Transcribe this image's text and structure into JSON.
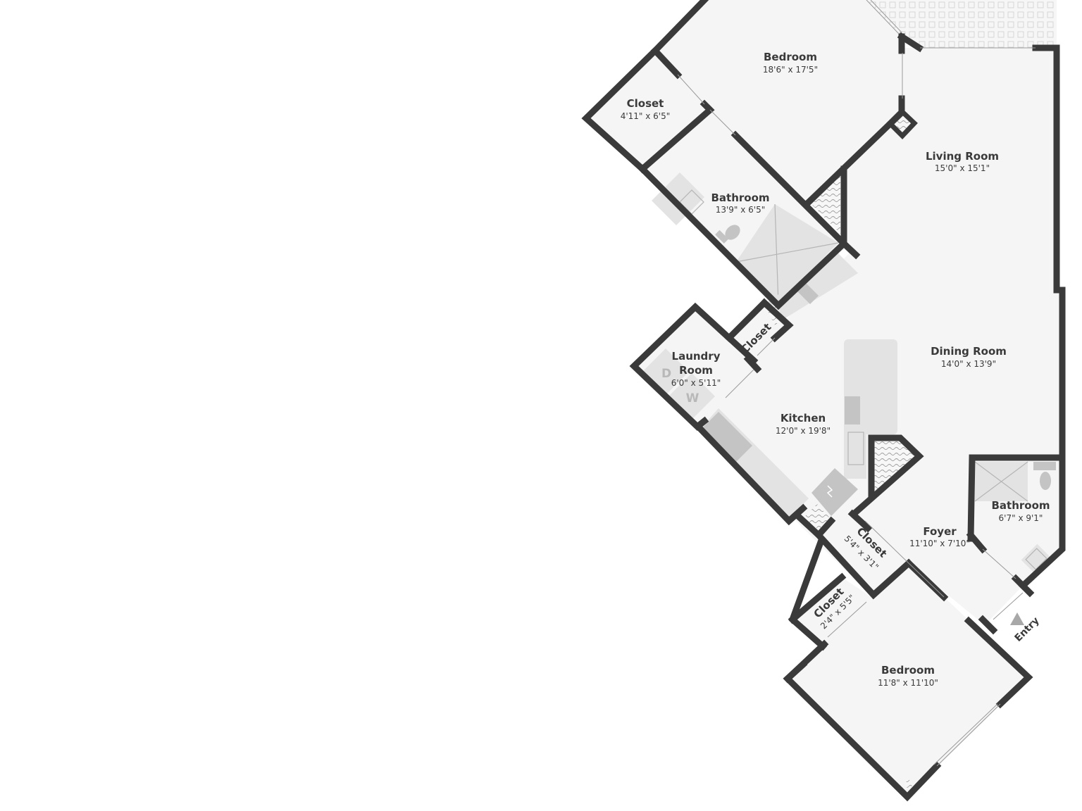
{
  "floorplan": {
    "colors": {
      "wall": "#3a3a3a",
      "floor": "#f5f5f5",
      "fixture": "#e3e3e3",
      "background": "#ffffff"
    },
    "rooms": [
      {
        "id": "bedroom_main",
        "name": "Bedroom",
        "dims": "18'6\" x 17'5\""
      },
      {
        "id": "closet_main",
        "name": "Closet",
        "dims": "4'11\" x 6'5\""
      },
      {
        "id": "bathroom_main",
        "name": "Bathroom",
        "dims": "13'9\" x 6'5\""
      },
      {
        "id": "living_room",
        "name": "Living Room",
        "dims": "15'0\" x 15'1\""
      },
      {
        "id": "closet_small",
        "name": "Closet",
        "dims": ""
      },
      {
        "id": "laundry_room",
        "name_line1": "Laundry",
        "name_line2": "Room",
        "dims": "6'0\" x 5'11\""
      },
      {
        "id": "dining_room",
        "name": "Dining Room",
        "dims": "14'0\" x 13'9\""
      },
      {
        "id": "kitchen",
        "name": "Kitchen",
        "dims": "12'0\" x 19'8\""
      },
      {
        "id": "bathroom_2",
        "name": "Bathroom",
        "dims": "6'7\" x 9'1\""
      },
      {
        "id": "foyer",
        "name": "Foyer",
        "dims": "11'10\" x 7'10\""
      },
      {
        "id": "closet_foyer",
        "name": "Closet",
        "dims": "5'4\" x 3'1\""
      },
      {
        "id": "closet_bed2",
        "name": "Closet",
        "dims": "2'4\" x 5'5\""
      },
      {
        "id": "bedroom_2",
        "name": "Bedroom",
        "dims": "11'8\" x 11'10\""
      }
    ],
    "appliances": {
      "dryer": "D",
      "washer": "W"
    },
    "entry": {
      "label": "Entry",
      "icon": "triangle-arrow"
    }
  }
}
